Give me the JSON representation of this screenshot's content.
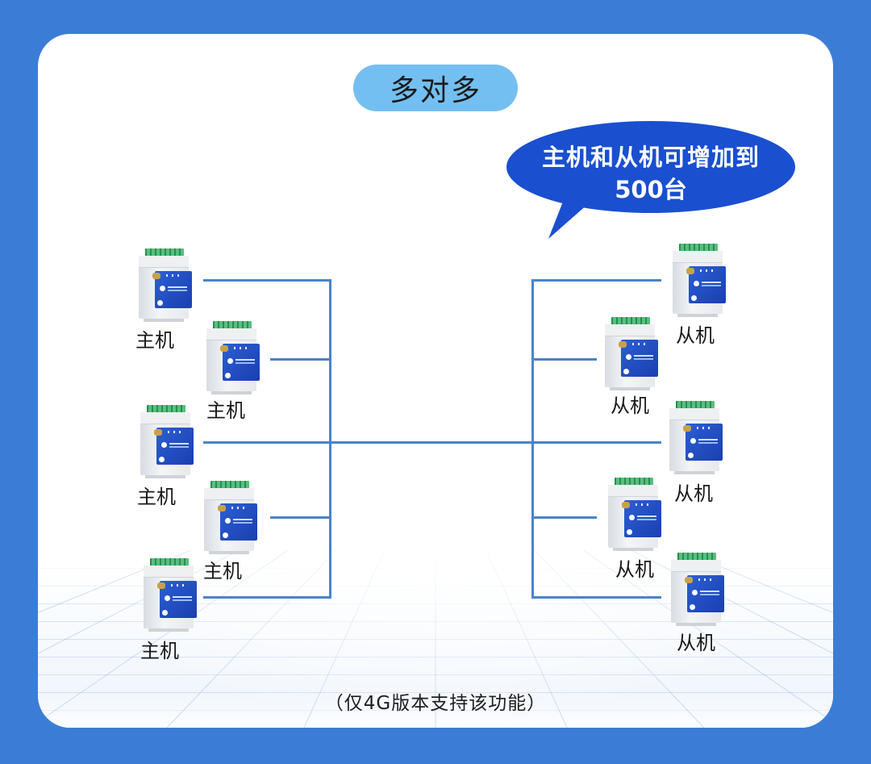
{
  "title": "多对多",
  "callout": {
    "line1": "主机和从机可增加到",
    "line2": "500台"
  },
  "masters": [
    {
      "label": "主机"
    },
    {
      "label": "主机"
    },
    {
      "label": "主机"
    },
    {
      "label": "主机"
    },
    {
      "label": "主机"
    }
  ],
  "slaves": [
    {
      "label": "从机"
    },
    {
      "label": "从机"
    },
    {
      "label": "从机"
    },
    {
      "label": "从机"
    },
    {
      "label": "从机"
    }
  ],
  "footnote": "（仅4G版本支持该功能）",
  "colors": {
    "background": "#3b7dd6",
    "card": "#ffffff",
    "title_pill": "#74bff1",
    "callout": "#1a4fcf",
    "lines": "#4a84c9",
    "device_panel": "#2c5fd4",
    "terminal": "#3fae6a"
  }
}
